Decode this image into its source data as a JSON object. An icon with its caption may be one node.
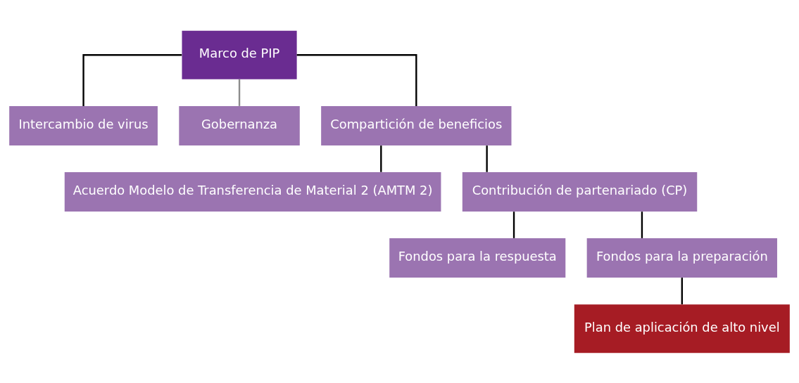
{
  "diagram": {
    "nodes": [
      {
        "text": [
          "Marco de PIP"
        ]
      },
      {
        "text": [
          "Intercambio de virus"
        ]
      },
      {
        "text": [
          "Gobernanza"
        ]
      },
      {
        "text": [
          "Compartición de beneficios"
        ]
      },
      {
        "text": [
          "Acuerdo Modelo de Transferencia de Material 2 (AMTM 2)"
        ]
      },
      {
        "text": [
          "Contribución de partenariado (CP)"
        ]
      },
      {
        "text": [
          "Fondos para la respuesta"
        ]
      },
      {
        "text": [
          "Fondos para la preparación"
        ]
      },
      {
        "text": [
          "Plan de aplicación de alto nivel"
        ]
      }
    ],
    "edges": [
      {
        "from": 0,
        "to": 1,
        "arrow": "none"
      },
      {
        "from": 0,
        "to": 2,
        "arrow": "none",
        "color": "#8c8c8c"
      },
      {
        "from": 0,
        "to": 3,
        "arrow": "none"
      },
      {
        "from": 3,
        "to": 4,
        "arrow": "none"
      },
      {
        "from": 3,
        "to": 5,
        "arrow": "none"
      },
      {
        "from": 5,
        "to": 6,
        "arrow": "none"
      },
      {
        "from": 5,
        "to": 7,
        "arrow": "none"
      },
      {
        "from": 7,
        "to": 8,
        "arrow": "none"
      }
    ]
  }
}
